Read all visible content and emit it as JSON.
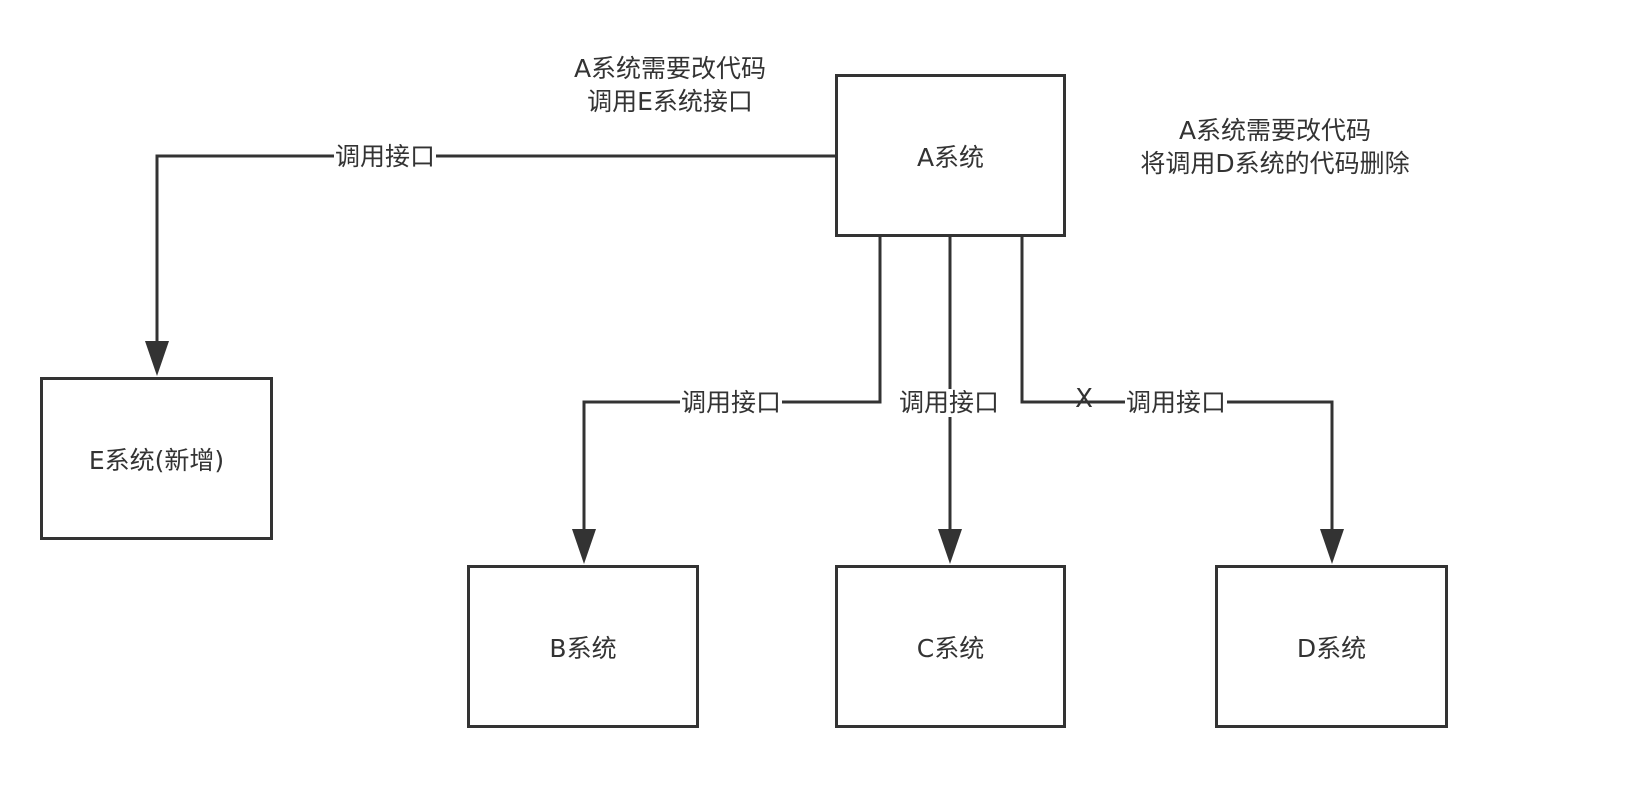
{
  "nodes": {
    "a": {
      "label": "A系统"
    },
    "b": {
      "label": "B系统"
    },
    "c": {
      "label": "C系统"
    },
    "d": {
      "label": "D系统"
    },
    "e": {
      "label": "E系统(新增)"
    }
  },
  "edges": {
    "a_to_e": {
      "label": "调用接口"
    },
    "a_to_b": {
      "label": "调用接口"
    },
    "a_to_c": {
      "label": "调用接口"
    },
    "a_to_d": {
      "label": "调用接口",
      "removed_marker": "X"
    }
  },
  "notes": {
    "left": {
      "line1": "A系统需要改代码",
      "line2": "调用E系统接口"
    },
    "right": {
      "line1": "A系统需要改代码",
      "line2": "将调用D系统的代码删除"
    }
  },
  "colors": {
    "stroke": "#333333",
    "background": "#ffffff"
  }
}
